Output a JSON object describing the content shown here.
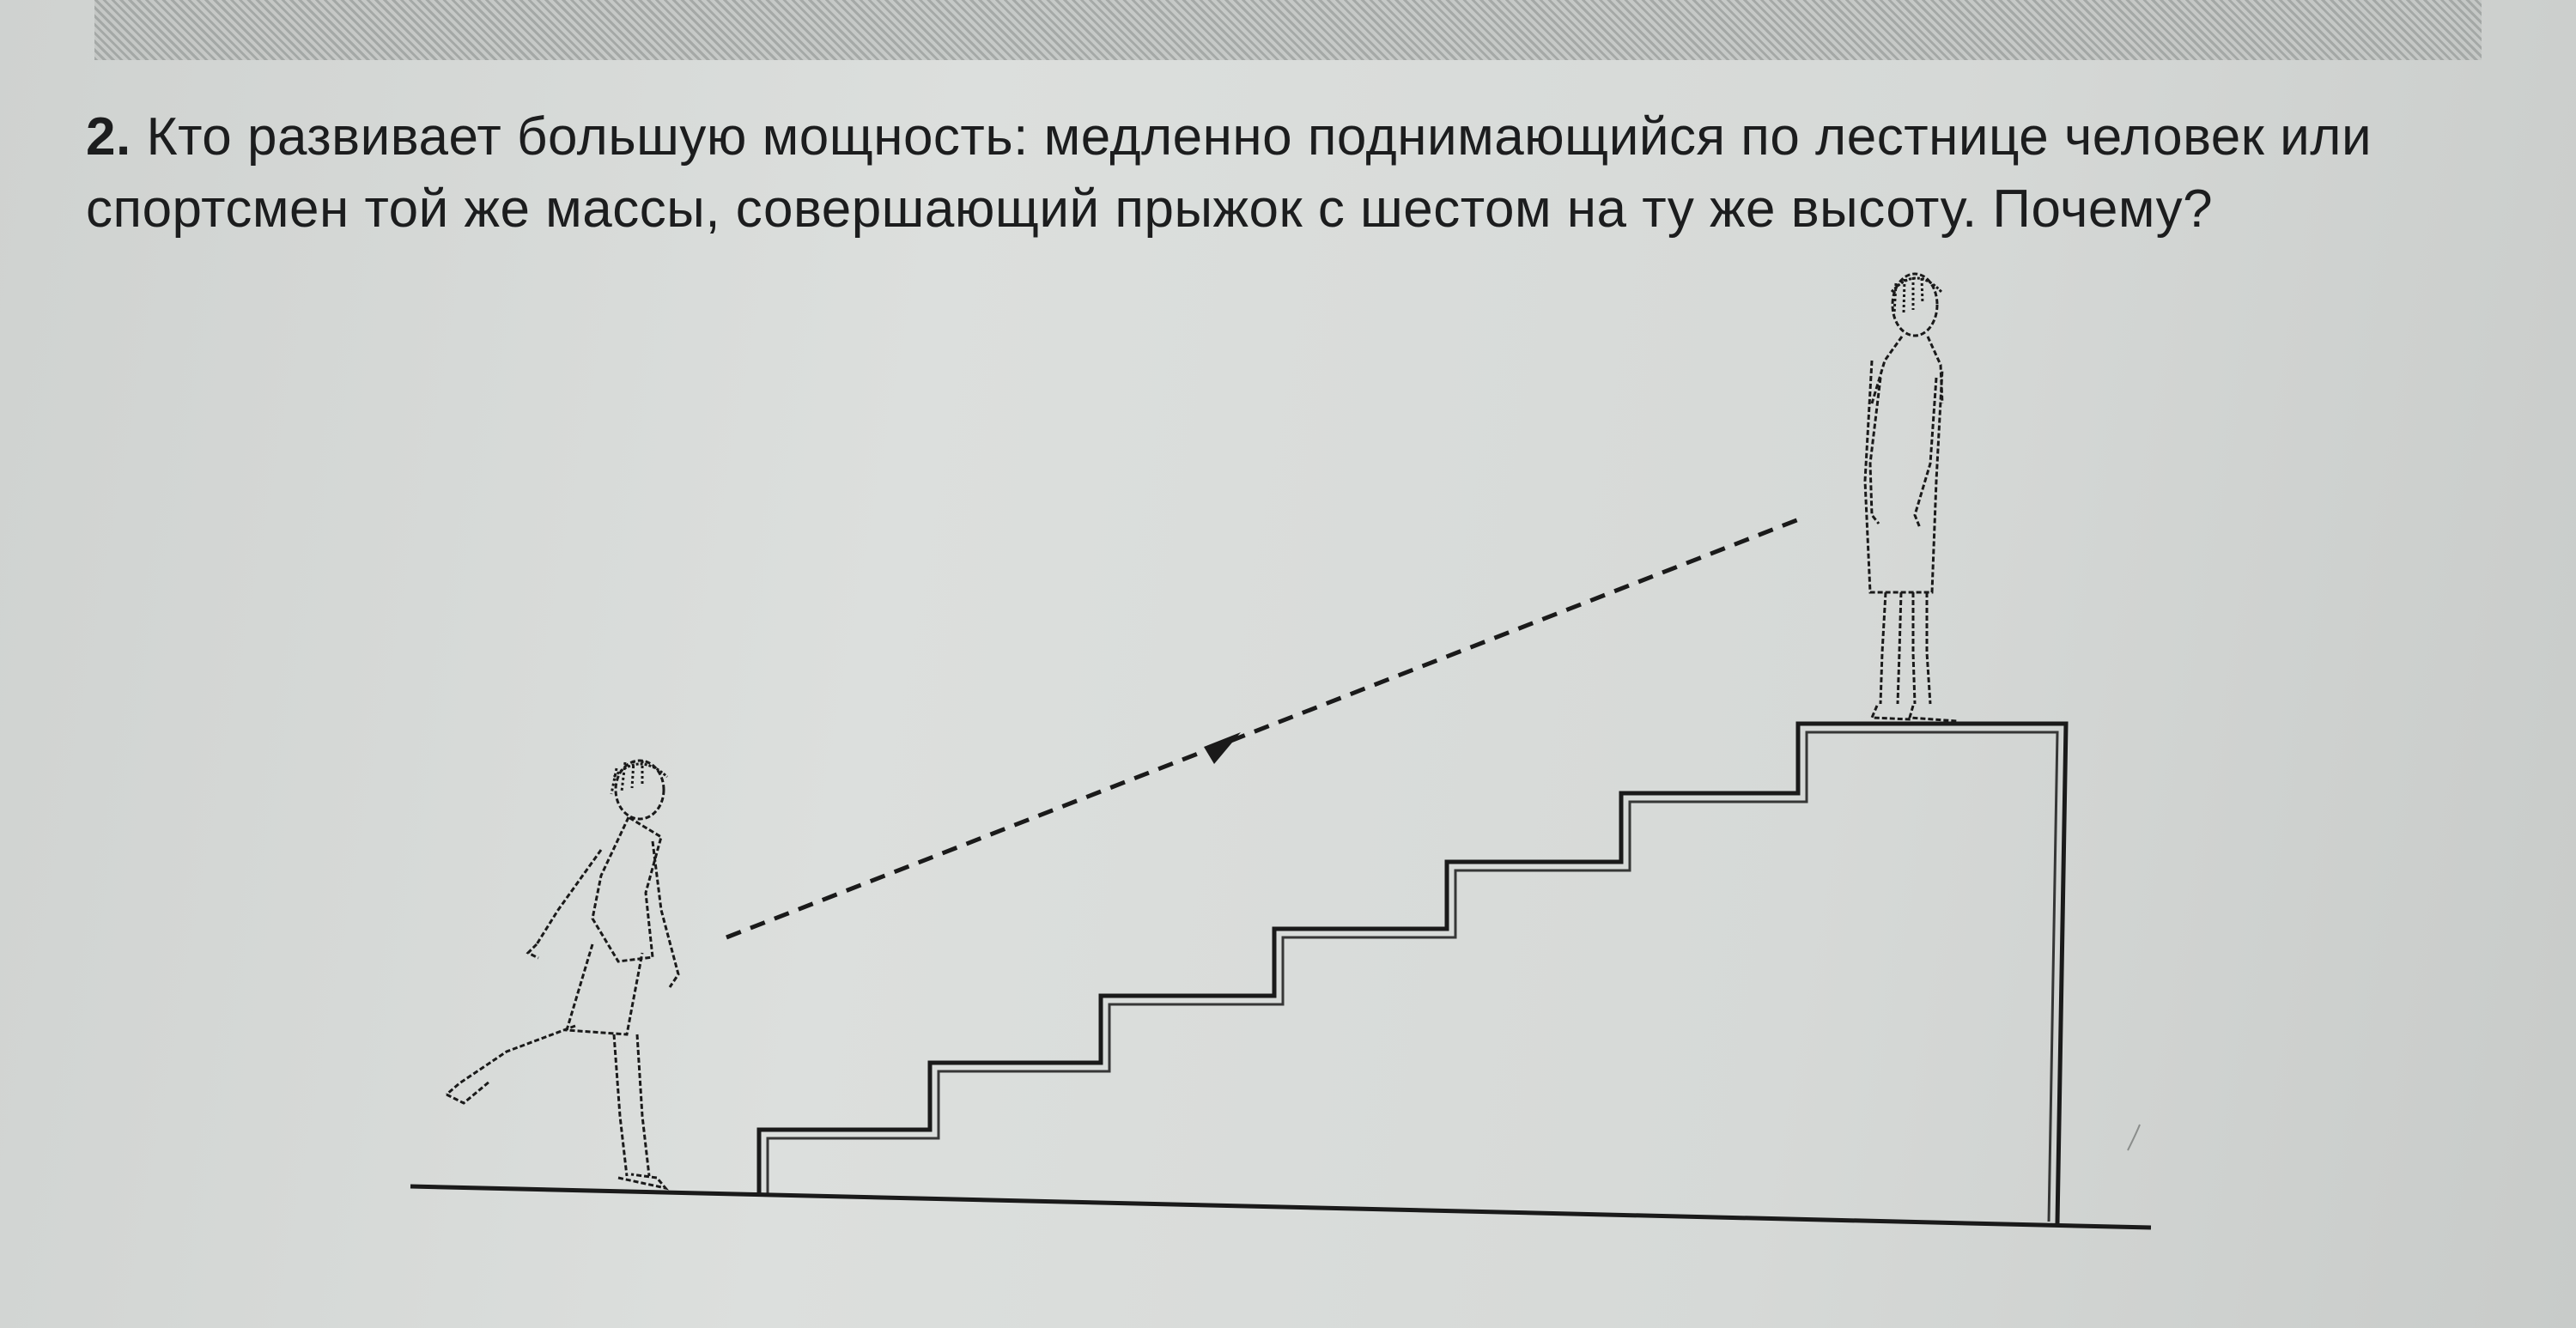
{
  "problem": {
    "number": "2.",
    "text_line1": "Кто развивает большую мощность: медленно поднимающийся по лестнице человек или",
    "text_line2": "спортсмен той же массы, совершающий прыжок с шестом на ту же высоту. Почему?"
  },
  "figure": {
    "ink_color": "#1a1a1a",
    "step_count": 6,
    "dashed_arrow": true,
    "figures": [
      "walking-person-icon",
      "standing-person-icon"
    ]
  }
}
